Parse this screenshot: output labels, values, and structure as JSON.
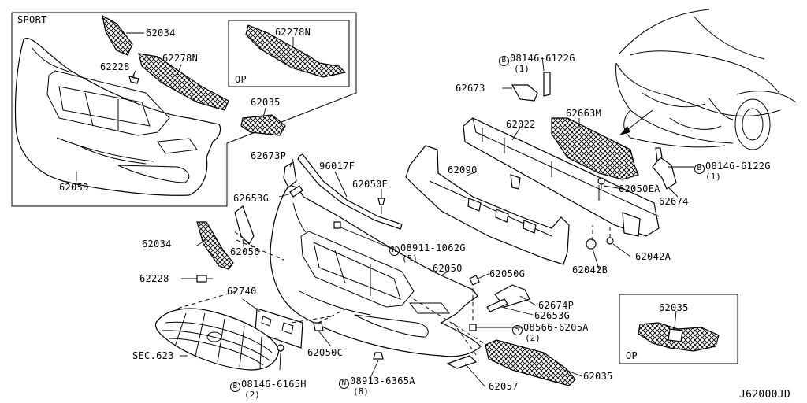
{
  "insets": {
    "sport": {
      "title": "SPORT"
    },
    "op_top": {
      "title": "OP"
    },
    "op_right": {
      "title": "OP"
    }
  },
  "callouts": {
    "p62034_sport": "62034",
    "p62278N_sport": "62278N",
    "p62228_sport": "62228",
    "p62035_sport": "62035",
    "p6205D": "6205D",
    "p62278N_op": "62278N",
    "p62673P": "62673P",
    "p96017F": "96017F",
    "p62050E": "62050E",
    "p62653G_l": "62653G",
    "p62034": "62034",
    "p62056": "62056",
    "p62228": "62228",
    "p62740": "62740",
    "p62050C": "62050C",
    "pSEC623": "SEC.623",
    "p08146_6165H": "08146-6165H",
    "q08146_6165H": "(2)",
    "p08913_6365A": "08913-6365A",
    "q08913_6365A": "(8)",
    "p08911_1062G": "08911-1062G",
    "q08911_1062G": "(5)",
    "p62050": "62050",
    "p62050G": "62050G",
    "p62674P": "62674P",
    "p62653G_r": "62653G",
    "p08566_6205A": "08566-6205A",
    "q08566_6205A": "(2)",
    "p62057": "62057",
    "p62035": "62035",
    "p62035_op": "62035",
    "p08146_6122G_top": "08146-6122G",
    "q08146_6122G_top": "(1)",
    "p62673": "62673",
    "p62022": "62022",
    "p62663M": "62663M",
    "p62090": "62090",
    "p62050EA": "62050EA",
    "p08146_6122G_r": "08146-6122G",
    "q08146_6122G_r": "(1)",
    "p62674": "62674",
    "p62042A": "62042A",
    "p62042B": "62042B"
  },
  "symbols": {
    "B": "B",
    "N": "N",
    "S": "S"
  },
  "diagram_code": "J62000JD"
}
